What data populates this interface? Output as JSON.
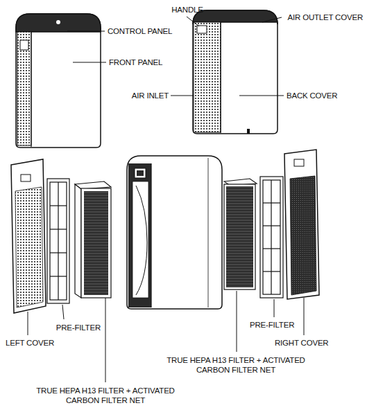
{
  "diagram": {
    "labels": [
      "HANDLE",
      "AIR OUTLET COVER",
      "CONTROL PANEL",
      "FRONT PANEL",
      "AIR INLET",
      "BACK COVER",
      "PRE-FILTER",
      "PRE-FILTER",
      "LEFT COVER",
      "RIGHT COVER",
      "TRUE HEPA H13 FILTER + ACTIVATED CARBON FILTER NET",
      "TRUE HEPA H13 FILTER + ACTIVATED CARBON FILTER NET"
    ]
  }
}
